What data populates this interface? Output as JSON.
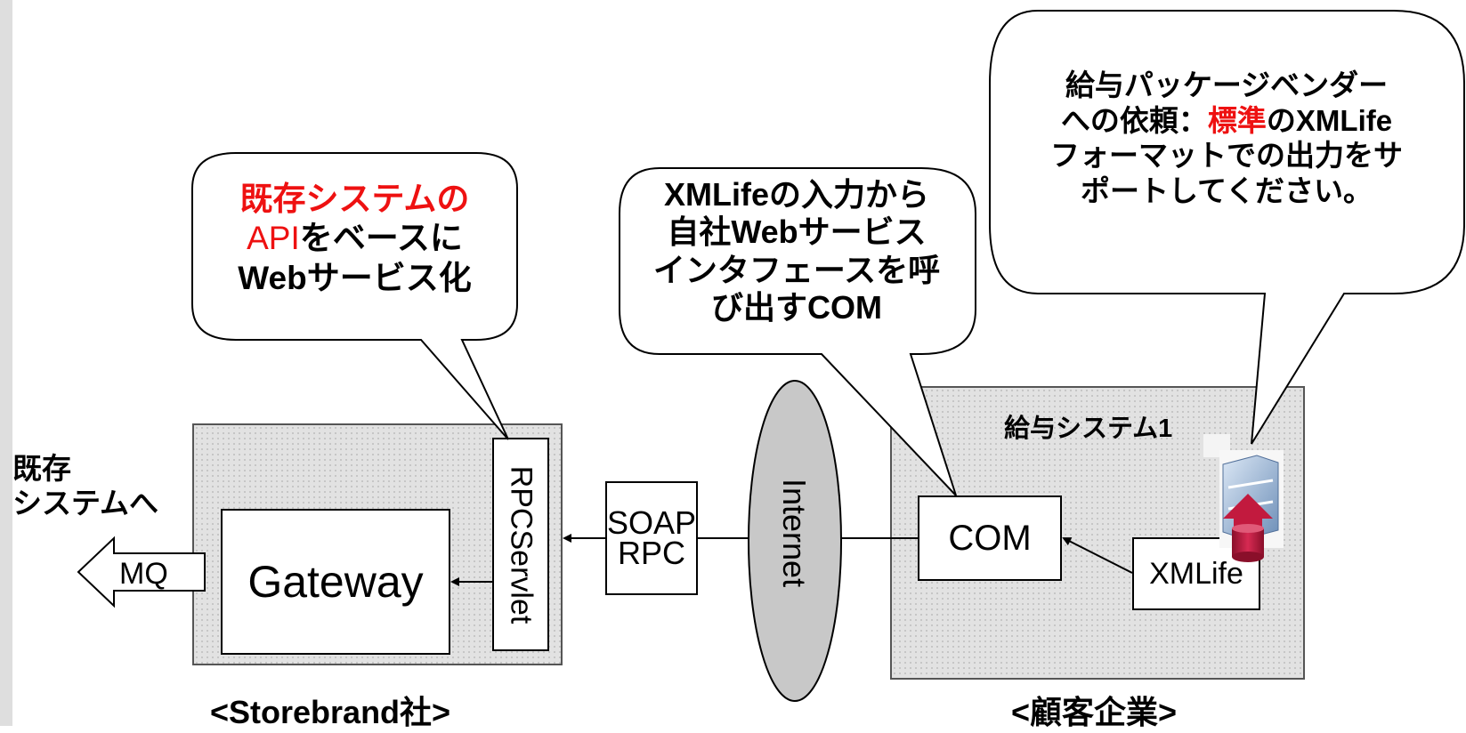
{
  "left_label": {
    "line1": "既存",
    "line2": "システムへ"
  },
  "mq_label": "MQ",
  "storebrand": {
    "gateway": "Gateway",
    "rpcservlet": "RPCServlet",
    "caption": "<Storebrand社>"
  },
  "soap_rpc": {
    "line1": "SOAP",
    "line2": "RPC"
  },
  "internet_label": "Internet",
  "customer": {
    "system_title": "給与システム1",
    "com": "COM",
    "xmlife": "XMLife",
    "caption": "<顧客企業>"
  },
  "callout_api": {
    "line1": "既存システムの",
    "line2_red": "API",
    "line2_rest": "をベースに",
    "line3": "Webサービス化"
  },
  "callout_com": {
    "line1": "XMLifeの入力から",
    "line2": "自社Webサービス",
    "line3": "インタフェースを呼",
    "line4": "び出すCOM"
  },
  "callout_vendor": {
    "line1": "給与パッケージベンダー",
    "line2_pre": "への依頼：",
    "line2_red": "標準",
    "line2_post": "のXMLife",
    "line3": "フォーマットでの出力をサ",
    "line4": "ポートしてください。"
  },
  "colors": {
    "accent_red": "#ee1111",
    "panel_gray": "#e2e2e2",
    "internet_fill": "#c8c8c8",
    "icon_red": "#c21a3e"
  }
}
